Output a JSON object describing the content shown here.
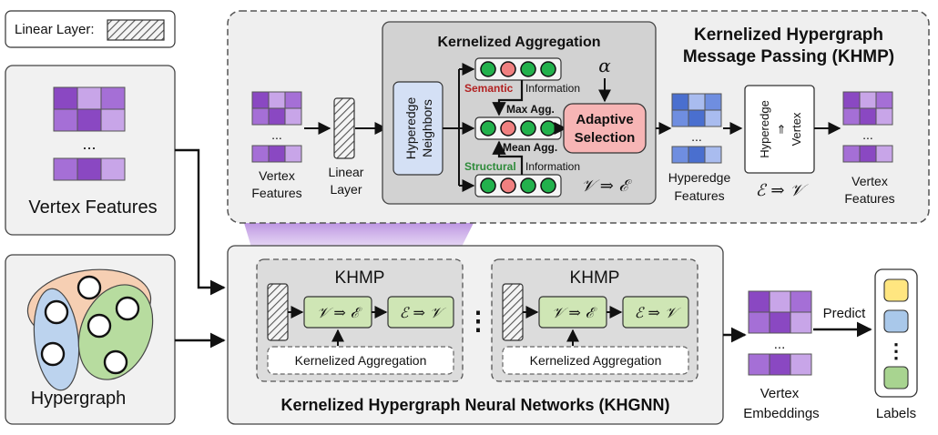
{
  "legend": {
    "linear_layer": "Linear Layer:"
  },
  "left": {
    "vertex_features_label": "Vertex Features",
    "ellipsis": "...",
    "hypergraph_label": "Hypergraph"
  },
  "khmp": {
    "title_line1": "Kernelized Hypergraph",
    "title_line2": "Message Passing (KHMP)",
    "vertex_features_in": [
      "Vertex",
      "Features"
    ],
    "linear_layer": [
      "Linear",
      "Layer"
    ],
    "hyperedge_neighbors": [
      "Hyperedge",
      "Neighbors"
    ],
    "kernelized_aggregation_title": "Kernelized Aggregation",
    "semantic": "Semantic",
    "structural": "Structural",
    "information": "Information",
    "max_agg": "Max  Agg.",
    "mean_agg": "Mean Agg.",
    "alpha": "α",
    "adaptive_selection": [
      "Adaptive",
      "Selection"
    ],
    "v_to_e": "𝒱 ⇒ ℰ",
    "hyperedge_features": [
      "Hyperedge",
      "Features"
    ],
    "hyperedge_to_vertex": [
      "Hyperedge",
      "⇒",
      "Vertex"
    ],
    "e_to_v": "ℰ ⇒ 𝒱",
    "vertex_features_out": [
      "Vertex",
      "Features"
    ],
    "ellipsis": "..."
  },
  "khgnn": {
    "title": "Kernelized Hypergraph Neural Networks (KHGNN)",
    "blocks": [
      {
        "title": "KHMP",
        "v_to_e": "𝒱 ⇒ ℰ",
        "e_to_v": "ℰ ⇒ 𝒱",
        "aggregation": "Kernelized Aggregation"
      },
      {
        "title": "KHMP",
        "v_to_e": "𝒱 ⇒ ℰ",
        "e_to_v": "ℰ ⇒ 𝒱",
        "aggregation": "Kernelized Aggregation"
      }
    ],
    "vdots": "⋮"
  },
  "output": {
    "vertex_embeddings": [
      "Vertex",
      "Embeddings"
    ],
    "predict": "Predict",
    "labels": "Labels",
    "ellipsis": "...",
    "vdots": "⋮"
  },
  "colors": {
    "purple_dark": "#8a48c2",
    "purple_mid": "#a56fd6",
    "purple_light": "#c8a5e8",
    "blue_dark": "#4a6fcf",
    "blue_mid": "#6f8ee0",
    "blue_light": "#a9bcef",
    "green_node": "#22b14c",
    "red_node": "#f08080",
    "adaptive_fill": "#f7b5b5",
    "green_box": "#cfe6b5",
    "blue_box": "#d4e0f5",
    "semantic_text": "#b22222",
    "structural_text": "#2e8b3a",
    "label_yellow": "#ffe680",
    "label_blue": "#a9c8ea",
    "label_green": "#a8d490",
    "ellipse_orange": "#f6cfb3",
    "ellipse_blue": "#bcd3ee",
    "ellipse_green": "#b7dc9f"
  },
  "icons": [
    "hatched-linear-layer-icon",
    "feature-matrix-icon",
    "hypergraph-icon",
    "label-stack-icon"
  ]
}
